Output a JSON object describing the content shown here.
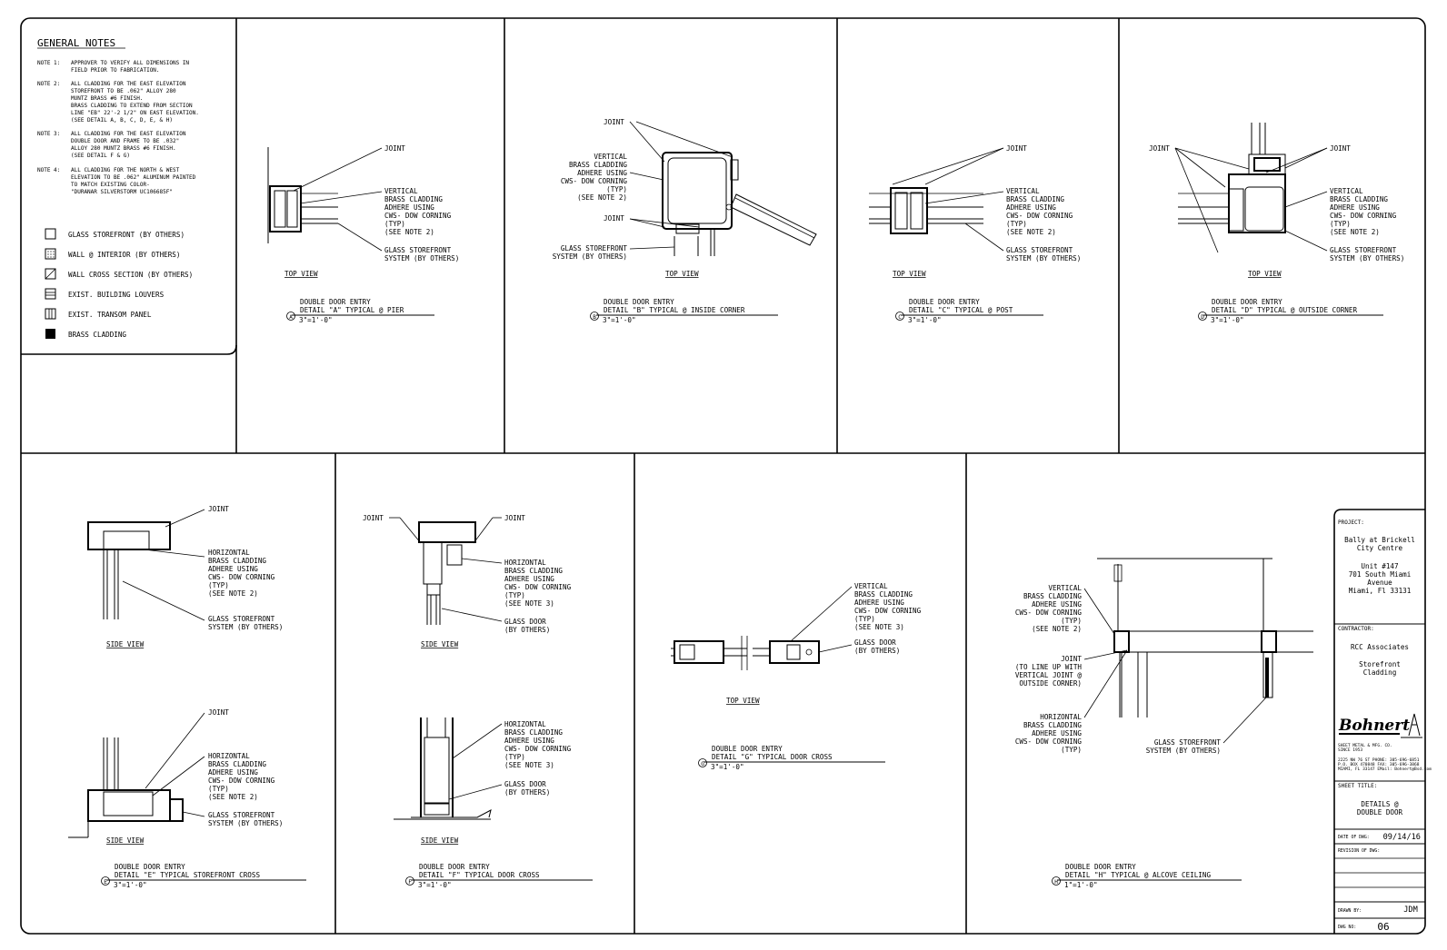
{
  "general_notes": {
    "title": "GENERAL NOTES",
    "notes": [
      {
        "label": "NOTE 1:",
        "lines": [
          "APPROVER TO VERIFY ALL DIMENSIONS IN",
          "FIELD PRIOR TO FABRICATION."
        ]
      },
      {
        "label": "NOTE 2:",
        "lines": [
          "ALL CLADDING FOR THE EAST ELEVATION",
          "STOREFRONT TO BE .062\" ALLOY 280",
          "MUNTZ BRASS #6 FINISH.",
          "BRASS CLADDING TO EXTEND FROM SECTION",
          "LINE \"EB\" 22'-2 1/2\" ON EAST ELEVATION.",
          "(SEE DETAIL A, B, C, D, E, & H)"
        ]
      },
      {
        "label": "NOTE 3:",
        "lines": [
          "ALL CLADDING FOR THE EAST ELEVATION",
          "DOUBLE DOOR AND FRAME TO BE .032\"",
          "ALLOY 280 MUNTZ BRASS #6 FINISH.",
          "(SEE DETAIL F & G)"
        ]
      },
      {
        "label": "NOTE 4:",
        "lines": [
          "ALL CLADDING FOR THE NORTH & WEST",
          "ELEVATION TO BE .062\" ALUMINUM PAINTED",
          "TO MATCH EXISTING COLOR-",
          "\"DURANAR SILVERSTORM UC106685F\""
        ]
      }
    ]
  },
  "legend": [
    {
      "label": "GLASS STOREFRONT   (BY OTHERS)",
      "icon": "empty-square-icon"
    },
    {
      "label": "WALL @ INTERIOR   (BY OTHERS)",
      "icon": "dotted-square-icon"
    },
    {
      "label": "WALL CROSS SECTION   (BY OTHERS)",
      "icon": "hatched-square-icon"
    },
    {
      "label": "EXIST. BUILDING LOUVERS",
      "icon": "louver-square-icon"
    },
    {
      "label": "EXIST. TRANSOM PANEL",
      "icon": "transom-square-icon"
    },
    {
      "label": "BRASS CLADDING",
      "icon": "filled-square-icon"
    }
  ],
  "details": {
    "a": {
      "view": "TOP VIEW",
      "title1": "DOUBLE DOOR ENTRY",
      "title2": "DETAIL \"A\" TYPICAL @ PIER",
      "scale": "3\"=1'-0\"",
      "mark": "A",
      "joint": "JOINT",
      "clad": [
        "VERTICAL",
        "BRASS CLADDING",
        "ADHERE USING",
        "CWS- DOW CORNING",
        "(TYP)",
        "(SEE NOTE 2)"
      ],
      "glass": [
        "GLASS STOREFRONT",
        "SYSTEM (BY OTHERS)"
      ]
    },
    "b": {
      "view": "TOP VIEW",
      "title1": "DOUBLE DOOR ENTRY",
      "title2": "DETAIL \"B\" TYPICAL @ INSIDE CORNER",
      "scale": "3\"=1'-0\"",
      "mark": "B",
      "joint": "JOINT",
      "clad": [
        "VERTICAL",
        "BRASS CLADDING",
        "ADHERE USING",
        "CWS- DOW CORNING",
        "(TYP)",
        "(SEE NOTE 2)"
      ],
      "glass": [
        "GLASS STOREFRONT",
        "SYSTEM (BY OTHERS)"
      ]
    },
    "c": {
      "view": "TOP VIEW",
      "title1": "DOUBLE DOOR ENTRY",
      "title2": "DETAIL \"C\" TYPICAL @ POST",
      "scale": "3\"=1'-0\"",
      "mark": "C",
      "joint": "JOINT",
      "clad": [
        "VERTICAL",
        "BRASS CLADDING",
        "ADHERE USING",
        "CWS- DOW CORNING",
        "(TYP)",
        "(SEE NOTE 2)"
      ],
      "glass": [
        "GLASS STOREFRONT",
        "SYSTEM (BY OTHERS)"
      ]
    },
    "d": {
      "view": "TOP VIEW",
      "title1": "DOUBLE DOOR ENTRY",
      "title2": "DETAIL \"D\" TYPICAL @ OUTSIDE CORNER",
      "scale": "3\"=1'-0\"",
      "mark": "D",
      "joint": "JOINT",
      "clad": [
        "VERTICAL",
        "BRASS CLADDING",
        "ADHERE USING",
        "CWS- DOW CORNING",
        "(TYP)",
        "(SEE NOTE 2)"
      ],
      "glass": [
        "GLASS STOREFRONT",
        "SYSTEM (BY OTHERS)"
      ]
    },
    "e": {
      "view": "SIDE VIEW",
      "title1": "DOUBLE DOOR ENTRY",
      "title2": "DETAIL \"E\" TYPICAL STOREFRONT CROSS",
      "scale": "3\"=1'-0\"",
      "mark": "E",
      "joint": "JOINT",
      "clad": [
        "HORIZONTAL",
        "BRASS CLADDING",
        "ADHERE USING",
        "CWS- DOW CORNING",
        "(TYP)",
        "(SEE NOTE 2)"
      ],
      "glass": [
        "GLASS STOREFRONT",
        "SYSTEM (BY OTHERS)"
      ]
    },
    "f": {
      "view": "SIDE VIEW",
      "title1": "DOUBLE DOOR ENTRY",
      "title2": "DETAIL \"F\" TYPICAL DOOR CROSS",
      "scale": "3\"=1'-0\"",
      "mark": "F",
      "joint": "JOINT",
      "clad": [
        "HORIZONTAL",
        "BRASS CLADDING",
        "ADHERE USING",
        "CWS- DOW CORNING",
        "(TYP)",
        "(SEE NOTE 3)"
      ],
      "glass": [
        "GLASS DOOR",
        "(BY OTHERS)"
      ]
    },
    "g": {
      "view": "TOP VIEW",
      "title1": "DOUBLE DOOR ENTRY",
      "title2": "DETAIL \"G\" TYPICAL DOOR CROSS",
      "scale": "3\"=1'-0\"",
      "mark": "G",
      "clad": [
        "VERTICAL",
        "BRASS CLADDING",
        "ADHERE USING",
        "CWS- DOW CORNING",
        "(TYP)",
        "(SEE NOTE 3)"
      ],
      "glass": [
        "GLASS DOOR",
        "(BY OTHERS)"
      ]
    },
    "h": {
      "title1": "DOUBLE DOOR ENTRY",
      "title2": "DETAIL \"H\" TYPICAL @ ALCOVE CEILING",
      "scale": "1\"=1'-0\"",
      "mark": "H",
      "clad": [
        "VERTICAL",
        "BRASS CLADDING",
        "ADHERE USING",
        "CWS- DOW CORNING",
        "(TYP)",
        "(SEE NOTE 2)"
      ],
      "joint": [
        "JOINT",
        "(TO LINE UP WITH",
        "VERTICAL JOINT @",
        "OUTSIDE CORNER)"
      ],
      "hclad": [
        "HORIZONTAL",
        "BRASS CLADDING",
        "ADHERE USING",
        "CWS- DOW CORNING",
        "(TYP)"
      ],
      "glass": [
        "GLASS STOREFRONT",
        "SYSTEM (BY OTHERS)"
      ]
    }
  },
  "title_block": {
    "project_label": "PROJECT:",
    "project": [
      "Bally at Brickell",
      "City Centre",
      "",
      "Unit #147",
      "701 South Miami",
      "Avenue",
      "Miami, Fl  33131"
    ],
    "contractor_label": "CONTRACTOR:",
    "contractor": [
      "RCC Associates",
      "",
      "Storefront",
      "Cladding"
    ],
    "logo": "Bohnert",
    "company": [
      "SHEET METAL & MFG. CO.",
      "SINCE 1953"
    ],
    "address": [
      "2225 NW 76 ST    PHONE:   305-696-6851",
      "P.O. BOX 470848   FAX:     305-696-3868",
      "MIAMI, FL 33147   EMail: Bohnert@Bsd.com"
    ],
    "sheet_title_label": "SHEET TITLE:",
    "sheet_title": [
      "DETAILS @",
      "DOUBLE DOOR"
    ],
    "date_label": "DATE OF DWG:",
    "date": "09/14/16",
    "revision_label": "REVISION OF DWG:",
    "drawn_label": "DRAWN BY:",
    "drawn": "JDM",
    "dwg_label": "DWG NO:",
    "dwg": "06"
  }
}
